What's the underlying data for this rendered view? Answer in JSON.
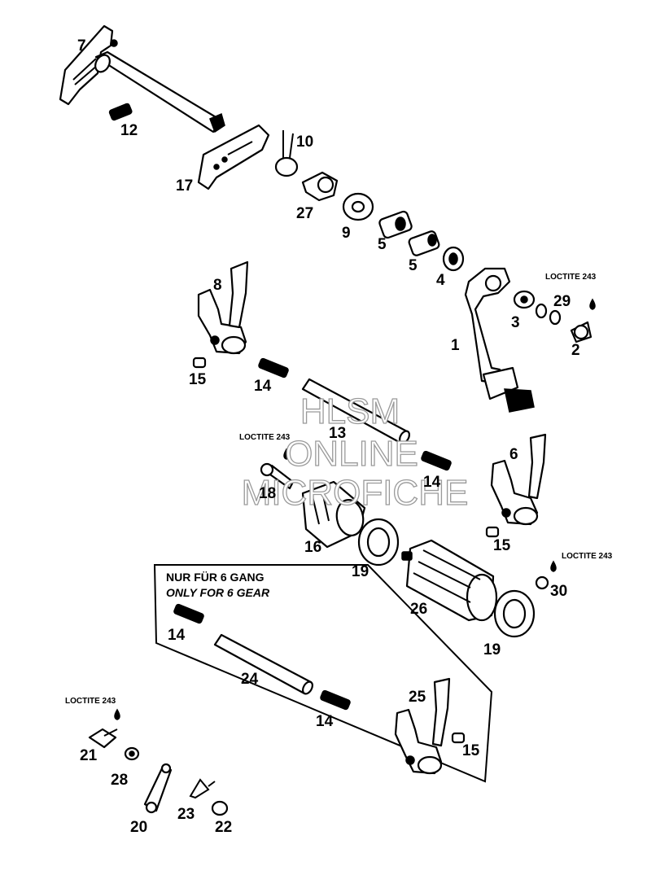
{
  "diagram": {
    "labels": {
      "n1": "1",
      "n2": "2",
      "n3": "3",
      "n4": "4",
      "n5a": "5",
      "n5b": "5",
      "n6": "6",
      "n7": "7",
      "n8": "8",
      "n9": "9",
      "n10": "10",
      "n12": "12",
      "n13": "13",
      "n14a": "14",
      "n14b": "14",
      "n14c": "14",
      "n14d": "14",
      "n15a": "15",
      "n15b": "15",
      "n15c": "15",
      "n16": "16",
      "n17": "17",
      "n18": "18",
      "n19a": "19",
      "n19b": "19",
      "n20": "20",
      "n21": "21",
      "n22": "22",
      "n23": "23",
      "n24": "24",
      "n25": "25",
      "n26": "26",
      "n27": "27",
      "n28": "28",
      "n29": "29",
      "n30": "30"
    },
    "loctite": {
      "a": "LOCTITE 243",
      "b": "LOCTITE 243",
      "c": "LOCTITE 243",
      "d": "LOCTITE 243"
    },
    "note_box": {
      "line1": "NUR FÜR 6 GANG",
      "line2": "ONLY FOR 6 GEAR"
    },
    "watermark": {
      "line1": "HLSM",
      "line2": "ONLINE",
      "line3": "MICROFICHE"
    }
  }
}
